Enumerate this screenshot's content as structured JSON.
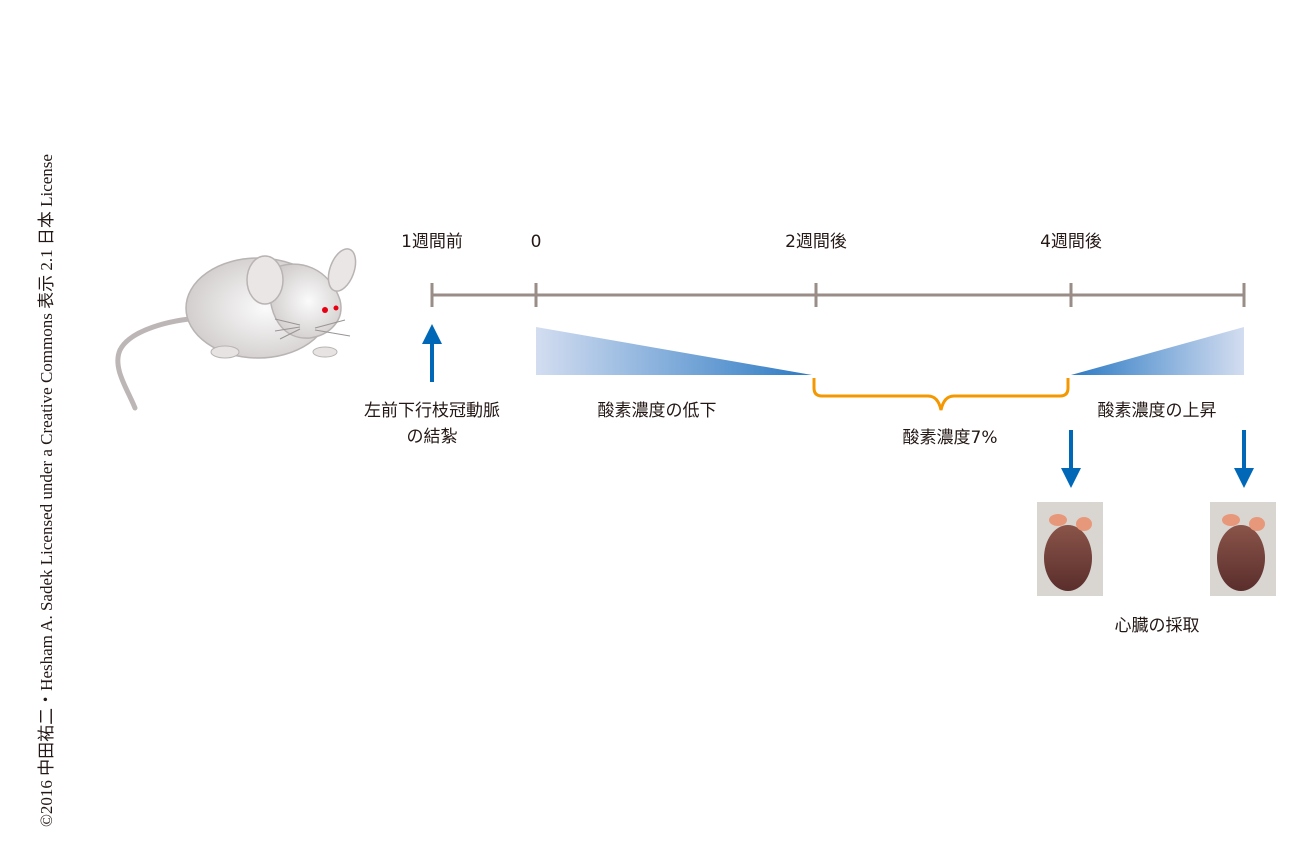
{
  "credit": "©2016 中田祐二・Hesham A. Sadek Licensed under a Creative Commons 表示 2.1 日本 License",
  "timeline": {
    "ticks": [
      "1週間前",
      "0",
      "2週間後",
      "4週間後"
    ]
  },
  "labels": {
    "ligation_line1": "左前下行枝冠動脈",
    "ligation_line2": "の結紮",
    "oxygen_decrease": "酸素濃度の低下",
    "oxygen_7": "酸素濃度7%",
    "oxygen_increase": "酸素濃度の上昇",
    "heart_harvest": "心臓の採取"
  },
  "colors": {
    "axis": "#9a8c86",
    "arrow": "#0068b7",
    "brace": "#f39800",
    "gradient_light": "#d3ddf0",
    "gradient_dark": "#2c7ac4"
  }
}
